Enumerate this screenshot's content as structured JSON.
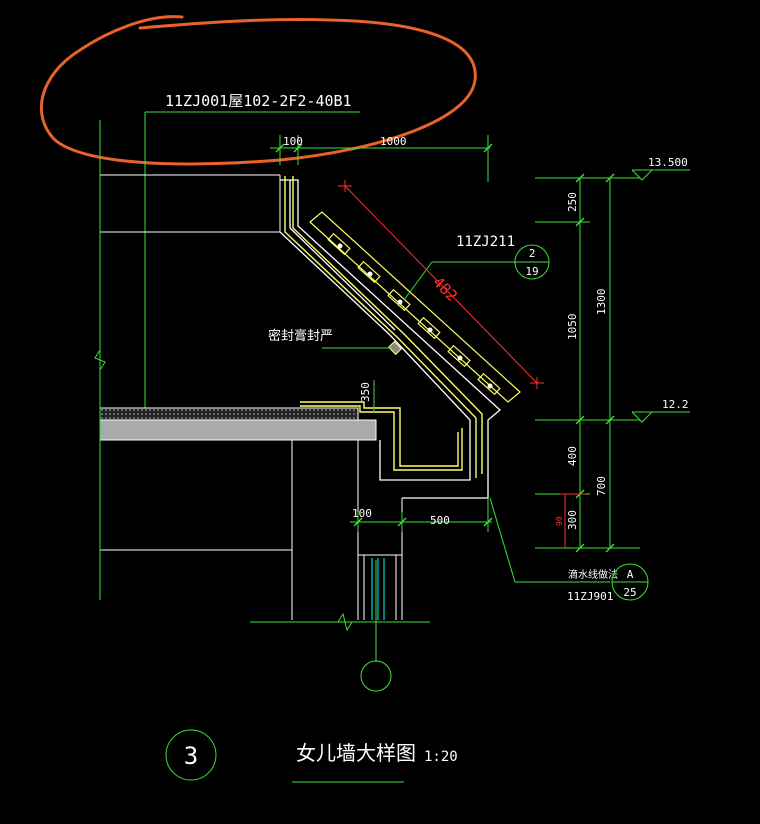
{
  "drawing": {
    "colors": {
      "background": "#000000",
      "dimension": "#00ff00",
      "wall": "#ffffff",
      "tile": "#ffff66",
      "markup": "#e8622a",
      "red": "#ff3030"
    },
    "callouts": {
      "roof_ref": "11ZJ001屋102-2F2-40B1",
      "tile_ref": "11ZJ211",
      "sealant": "密封膏封严",
      "drip": "滴水线做法",
      "drip_ref": "11ZJ901"
    },
    "section_tags": [
      {
        "top": "2",
        "bottom": "19"
      },
      {
        "top": "A",
        "bottom": "25"
      }
    ],
    "dimensions": {
      "d100_top": "100",
      "d1000": "1000",
      "d482": "482",
      "d350": "350",
      "d100_bottom": "100",
      "d500": "500",
      "d250": "250",
      "d1050": "1050",
      "d1300": "1300",
      "d400": "400",
      "d700": "700",
      "d300": "300",
      "d90": "90"
    },
    "elevations": {
      "top": "13.500",
      "mid": "12.2"
    },
    "title": {
      "number": "3",
      "name": "女儿墙大样图",
      "scale": "1:20"
    }
  }
}
